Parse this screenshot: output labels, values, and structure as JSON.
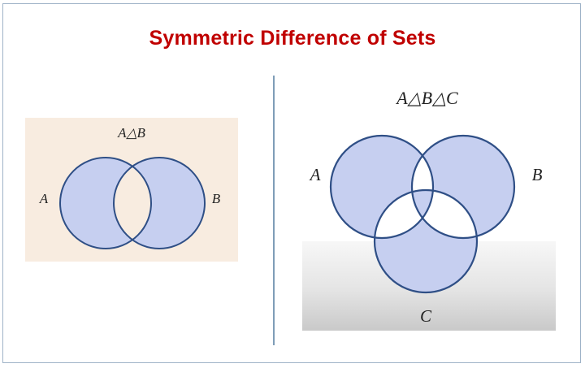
{
  "title": "Symmetric Difference of Sets",
  "left_diagram": {
    "expression": "A△B",
    "set_labels": {
      "a": "A",
      "b": "B"
    }
  },
  "right_diagram": {
    "expression": "A△B△C",
    "set_labels": {
      "a": "A",
      "b": "B",
      "c": "C"
    }
  },
  "colors": {
    "title": "#c00000",
    "region_fill": "#c6cff0",
    "circle_stroke": "#2f4f86",
    "left_background": "#f8ece0",
    "divider": "#7f9db8"
  }
}
